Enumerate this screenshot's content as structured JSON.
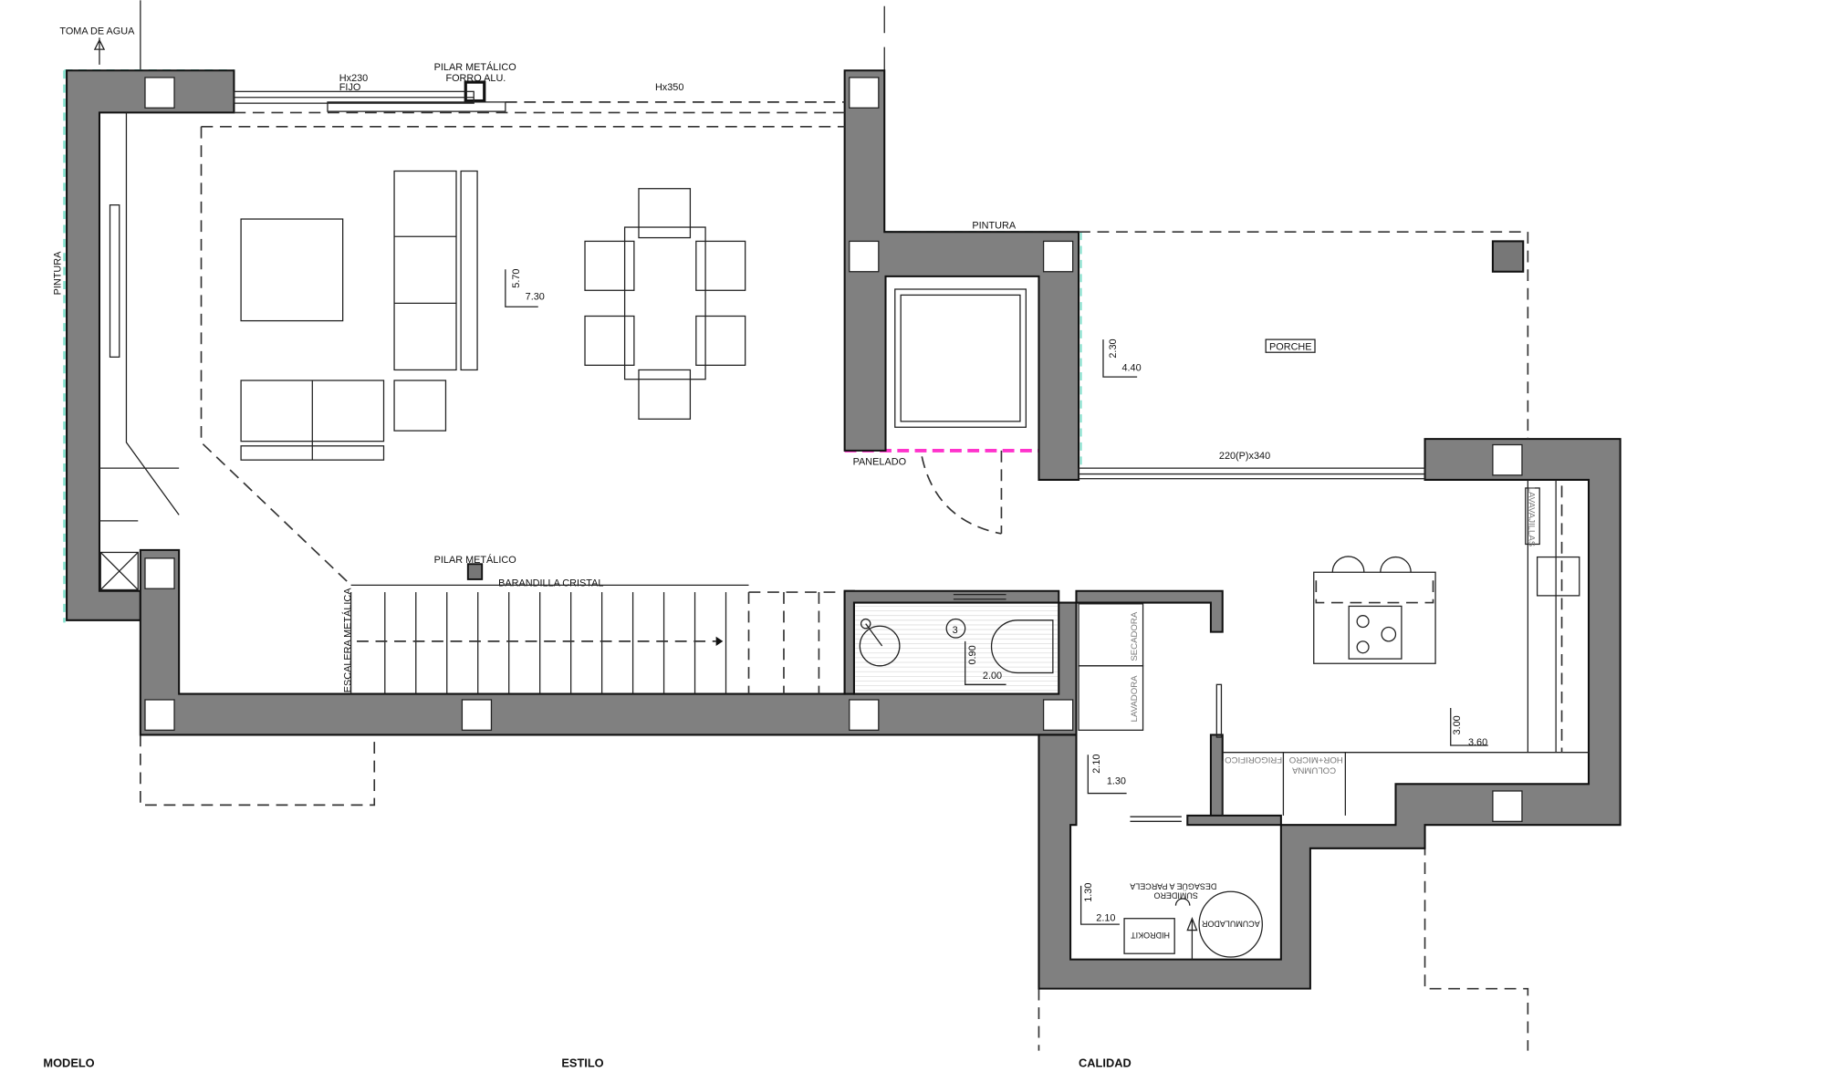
{
  "plan": {
    "labels": {
      "toma_agua": "TOMA DE AGUA",
      "pilar_forro_1": "PILAR METÁLICO",
      "pilar_forro_2": "FORRO ALU.",
      "hx230": "Hx230",
      "fijo": "FIJO",
      "hx350": "Hx350",
      "pintura_left": "PINTURA",
      "pintura_top": "PINTURA",
      "porche": "PORCHE",
      "panelado": "PANELADO",
      "window_porch": "220(P)x340",
      "pilar_metalico": "PILAR METÁLICO",
      "barandilla": "BARANDILLA CRISTAL",
      "escalera": "ESCALERA METÁLICA",
      "bath_number": "3",
      "secadora": "SECADORA",
      "lavadora": "LAVADORA",
      "lavavajillas": "LAVAVAJILLAS",
      "frigorifico": "FRIGORIFICO",
      "hor_micro": "HOR+MICRO",
      "columna": "COLUMNA",
      "sumidero": "SUMIDERO",
      "desague": "DESAGÜE A PARCELA",
      "acumulador": "ACUMULADOR",
      "hidrokit": "HIDROKIT"
    },
    "dimensions": {
      "living_w": "5.70",
      "living_l": "7.30",
      "porch_w": "2.30",
      "porch_l": "4.40",
      "bath_w": "0.90",
      "bath_l": "2.00",
      "kitchen_w": "3.00",
      "kitchen_l": "3.60",
      "laundry_w": "2.10",
      "laundry_l": "1.30",
      "utility_w": "1.30",
      "utility_l": "2.10"
    },
    "colors": {
      "wall": "#808080",
      "panelado": "#ff33cc",
      "pintura": "#7fe0cc"
    }
  },
  "footer": {
    "modelo": "MODELO",
    "estilo": "ESTILO",
    "calidad": "CALIDAD"
  }
}
